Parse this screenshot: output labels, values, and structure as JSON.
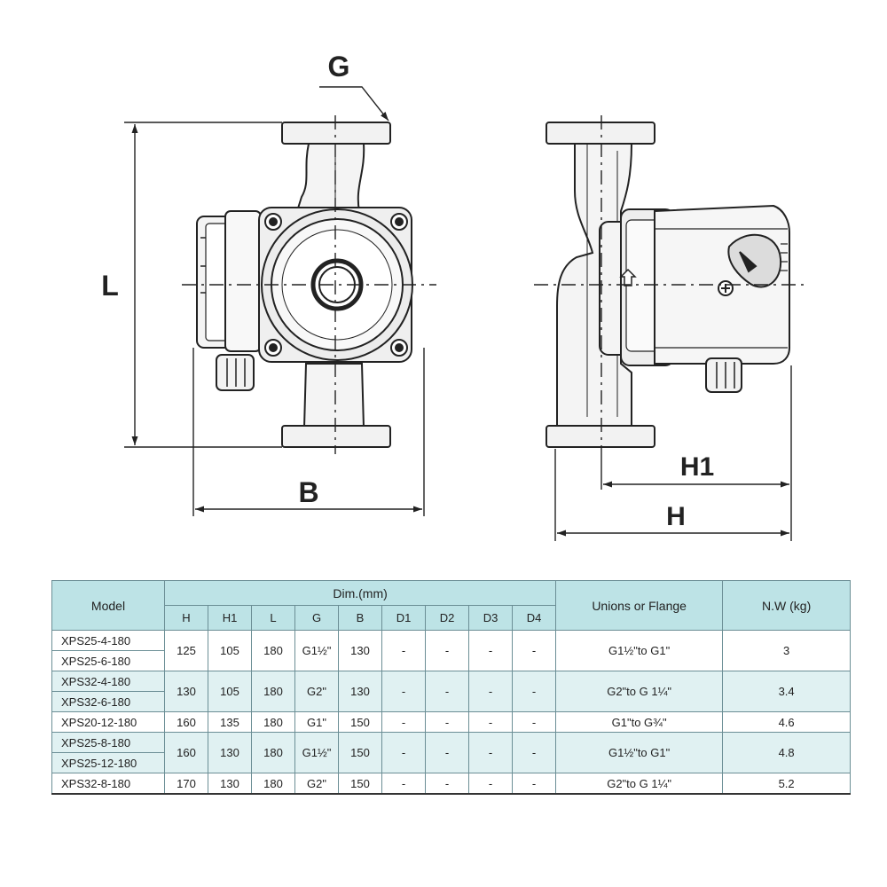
{
  "labels": {
    "g": "G",
    "l": "L",
    "b": "B",
    "h1": "H1",
    "h": "H"
  },
  "table": {
    "model_header": "Model",
    "dim_header": "Dim.(mm)",
    "dim_columns": [
      "H",
      "H1",
      "L",
      "G",
      "B",
      "D1",
      "D2",
      "D3",
      "D4"
    ],
    "unions_header": "Unions or Flange",
    "nw_header": "N.W (kg)",
    "groups": [
      {
        "models": [
          "XPS25-4-180",
          "XPS25-6-180"
        ],
        "values": [
          "125",
          "105",
          "180",
          "G1½\"",
          "130",
          "-",
          "-",
          "-",
          "-"
        ],
        "unions": "G1½\"to G1\"",
        "nw": "3",
        "shaded": false
      },
      {
        "models": [
          "XPS32-4-180",
          "XPS32-6-180"
        ],
        "values": [
          "130",
          "105",
          "180",
          "G2\"",
          "130",
          "-",
          "-",
          "-",
          "-"
        ],
        "unions": "G2\"to G 1¼\"",
        "nw": "3.4",
        "shaded": true
      },
      {
        "models": [
          "XPS20-12-180"
        ],
        "values": [
          "160",
          "135",
          "180",
          "G1\"",
          "150",
          "-",
          "-",
          "-",
          "-"
        ],
        "unions": "G1\"to G¾\"",
        "nw": "4.6",
        "shaded": false
      },
      {
        "models": [
          "XPS25-8-180",
          "XPS25-12-180"
        ],
        "values": [
          "160",
          "130",
          "180",
          "G1½\"",
          "150",
          "-",
          "-",
          "-",
          "-"
        ],
        "unions": "G1½\"to G1\"",
        "nw": "4.8",
        "shaded": true
      },
      {
        "models": [
          "XPS32-8-180"
        ],
        "values": [
          "170",
          "130",
          "180",
          "G2\"",
          "150",
          "-",
          "-",
          "-",
          "-"
        ],
        "unions": "G2\"to G 1¼\"",
        "nw": "5.2",
        "shaded": false
      }
    ]
  }
}
